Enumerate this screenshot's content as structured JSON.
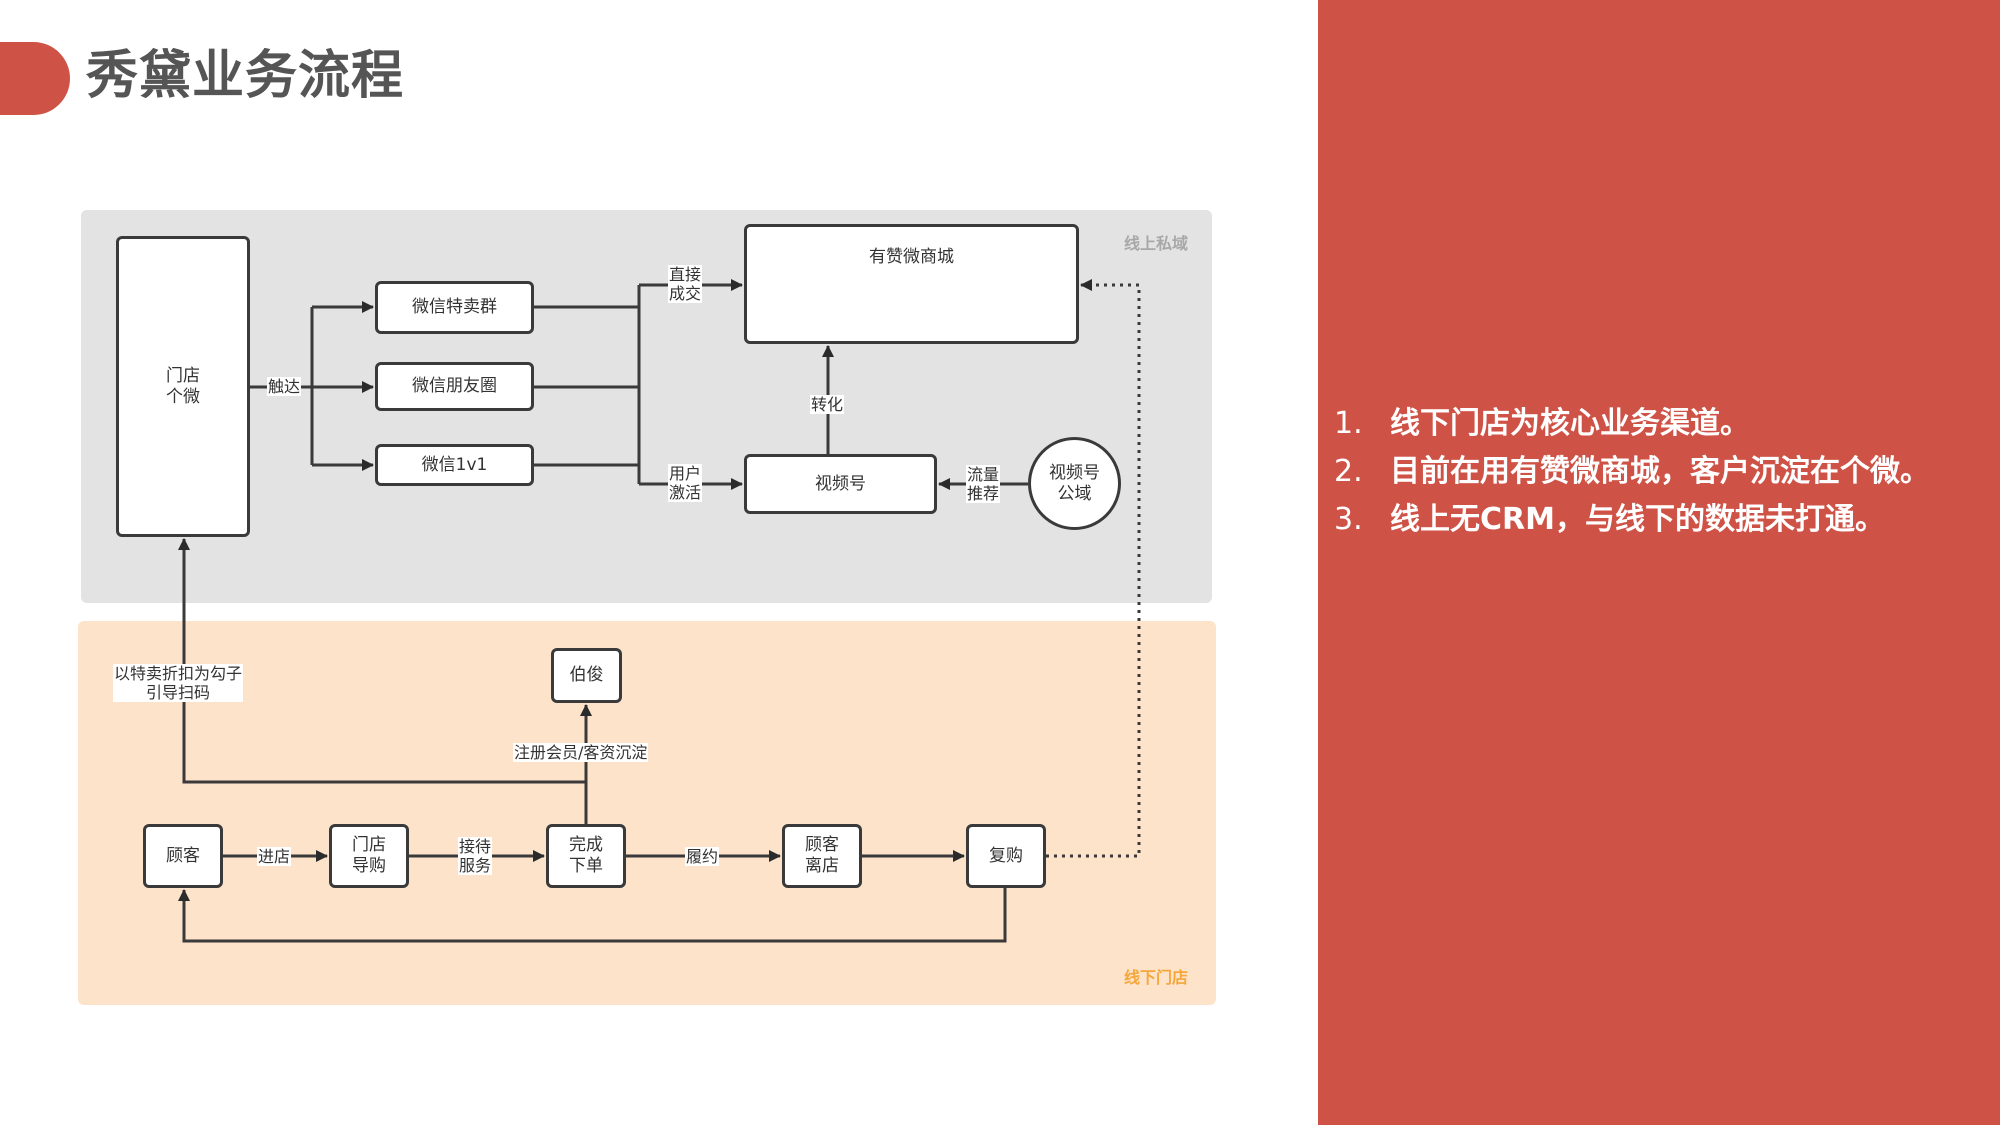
{
  "page": {
    "title": "秀黛业务流程",
    "accent_color": "#cf5246",
    "title_color": "#555555"
  },
  "zones": {
    "online": {
      "label": "线上私域",
      "background": "#e3e3e3",
      "label_color": "#a8a8a8"
    },
    "offline": {
      "label": "线下门店",
      "background": "#fde3ca",
      "label_color": "#f5a73b"
    }
  },
  "nodes": {
    "store_wechat": "门店\n个微",
    "wechat_sale_group": "微信特卖群",
    "wechat_moments": "微信朋友圈",
    "wechat_1v1": "微信1v1",
    "youzan_mall": "有赞微商城",
    "channels": "视频号",
    "channels_public": "视频号\n公域",
    "bojun": "伯俊",
    "customer": "顾客",
    "store_guide": "门店\n导购",
    "order_done": "完成\n下单",
    "customer_leave": "顾客\n离店",
    "repurchase": "复购"
  },
  "edge_labels": {
    "reach": "触达",
    "direct_deal": "直接\n成交",
    "user_activate": "用户\n激活",
    "convert": "转化",
    "traffic_recommend": "流量\n推荐",
    "hook_scan": "以特卖折扣为勾子\n引导扫码",
    "register_member": "注册会员/客资沉淀",
    "enter_store": "进店",
    "reception": "接待\n服务",
    "fulfill": "履约"
  },
  "notes": [
    {
      "num": "1.",
      "text": "线下门店为核心业务渠道。"
    },
    {
      "num": "2.",
      "text": "目前在用有赞微商城，客户沉淀在个微。"
    },
    {
      "num": "3.",
      "text": "线上无CRM，与线下的数据未打通。"
    }
  ]
}
